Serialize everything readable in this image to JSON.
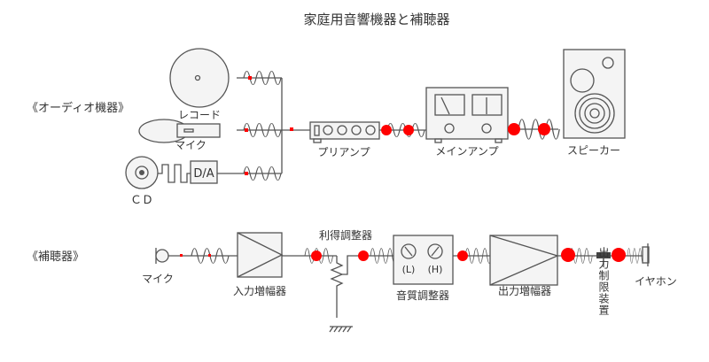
{
  "title": "家庭用音響機器と補聴器",
  "audio": {
    "section_label": "《オーディオ機器》",
    "record": "レコード",
    "mic": "マイク",
    "cd": "ＣＤ",
    "da": "D/A",
    "preamp": "プリアンプ",
    "main_amp": "メインアンプ",
    "speaker": "スピーカー"
  },
  "hearing_aid": {
    "section_label": "《補聴器》",
    "mic": "マイク",
    "input_amp": "入力増幅器",
    "gain_control": "利得調整器",
    "tone_control": "音質調整器",
    "tone_low": "(L)",
    "tone_high": "(H)",
    "output_amp": "出力増幅器",
    "output_limiter": "出力制限装置",
    "earphone": "イヤホン"
  },
  "colors": {
    "marker": "#ff0000",
    "line": "#555555"
  }
}
